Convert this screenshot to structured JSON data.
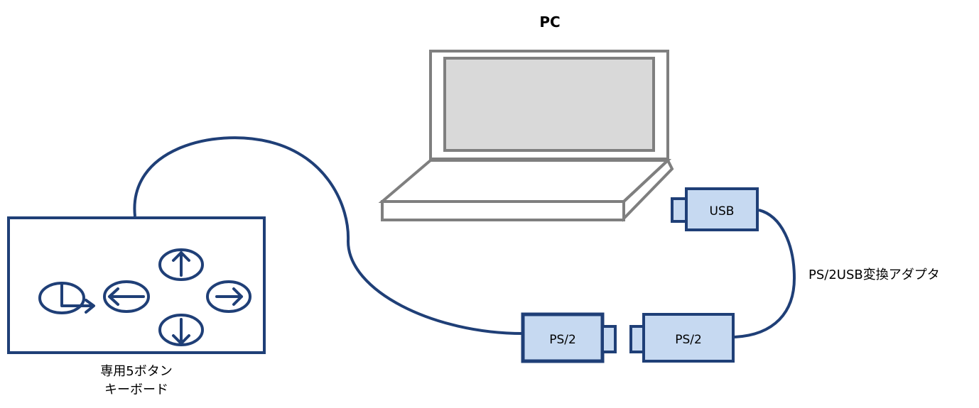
{
  "labels": {
    "pc": "PC",
    "usb": "USB",
    "adapter": "PS/2USB変換アダプタ",
    "ps2_cable_plug": "PS/2",
    "ps2_adapter_plug": "PS/2",
    "keyboard_line1": "専用5ボタン",
    "keyboard_line2": "キーボード"
  },
  "colors": {
    "navy": "#1f3f77",
    "plug_fill": "#c6d9f1",
    "laptop_stroke": "#7f7f7f",
    "screen_fill": "#d9d9d9"
  }
}
